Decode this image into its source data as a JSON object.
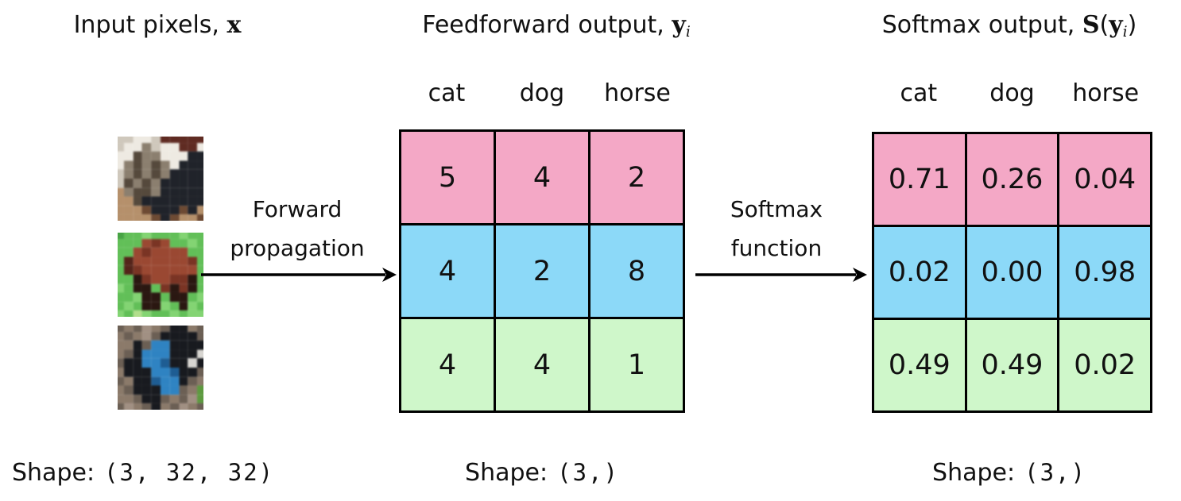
{
  "titles": {
    "input": {
      "label": "Input pixels,",
      "math": "x"
    },
    "feedforward": {
      "label": "Feedforward output,",
      "math": "y",
      "sub": "i"
    },
    "softmax": {
      "label": "Softmax output,",
      "s": "S",
      "open": "(",
      "math": "y",
      "sub": "i",
      "close": ")"
    }
  },
  "arrows": {
    "forward": {
      "line1": "Forward",
      "line2": "propagation"
    },
    "softmax": {
      "line1": "Softmax",
      "line2": "function"
    }
  },
  "feedforward_table": {
    "headers": [
      "cat",
      "dog",
      "horse"
    ],
    "rows": [
      [
        "5",
        "4",
        "2"
      ],
      [
        "4",
        "2",
        "8"
      ],
      [
        "4",
        "4",
        "1"
      ]
    ]
  },
  "softmax_table": {
    "headers": [
      "cat",
      "dog",
      "horse"
    ],
    "rows": [
      [
        "0.71",
        "0.26",
        "0.04"
      ],
      [
        "0.02",
        "0.00",
        "0.98"
      ],
      [
        "0.49",
        "0.49",
        "0.02"
      ]
    ]
  },
  "row_colors": [
    "#f4a8c6",
    "#8cd9f8",
    "#cff7ca"
  ],
  "border_color": "#000000",
  "shapes": {
    "input": {
      "label": "Shape:",
      "value": "(3, 32, 32)"
    },
    "feedforward": {
      "label": "Shape:",
      "value": "(3,)"
    },
    "softmax": {
      "label": "Shape:",
      "value": "(3,)"
    }
  },
  "input_images": {
    "items": [
      {
        "name": "cat-photo",
        "palette": {
          "l": "#cfc8bc",
          "w": "#eeeae2",
          "g": "#8b7f6f",
          "s": "#55493c",
          "k": "#20232a",
          "m": "#5f2b22",
          "t": "#b5906b",
          "d": "#6d4a33"
        },
        "rows": [
          "llwwlmmmmm",
          "lwwglwwmmw",
          "wwsggwwwkk",
          "wgsgsgwkkk",
          "lgsgsgkkkk",
          "lsgsgkkkkk",
          "tgssgkkkkk",
          "ttskkkkkkk",
          "tttdkkkdkt",
          "ttttdkdttd"
        ]
      },
      {
        "name": "horse-photo",
        "palette": {
          "G": "#62bf58",
          "H": "#83d473",
          "E": "#47a344",
          "B": "#9a4832",
          "R": "#7a3424",
          "N": "#54241a",
          "K": "#2a1711",
          "Y": "#b2de8d"
        },
        "rows": [
          "EGGHGGGHGG",
          "GGGBRBGGHG",
          "GGBRBBBBGG",
          "GNBBBBBBRG",
          "GNRBBBBBBG",
          "GGKRBBRRKG",
          "HGKKGRKRKG",
          "GGHKKGKKGH",
          "GHGKKHGKHG",
          "HGYHGGHGHH"
        ]
      },
      {
        "name": "dog-photo",
        "palette": {
          "p": "#8b7a6a",
          "q": "#6b5f54",
          "r": "#a19083",
          "k": "#181a1f",
          "b": "#2f83c2",
          "c": "#1e5d93",
          "w": "#d8d6d2",
          "v": "#5d9a3f"
        },
        "rows": [
          "qpqrpqkkpq",
          "pqprqkkkkq",
          "ppkqbbkkkk",
          "pqkbbbkkkw",
          "qkkbbckkwk",
          "pkkkbbckkq",
          "qpkkcbbkqp",
          "pqkkkbbqpv",
          "ppqkkqpqrv",
          "qrpqkpqrpq"
        ]
      }
    ]
  }
}
